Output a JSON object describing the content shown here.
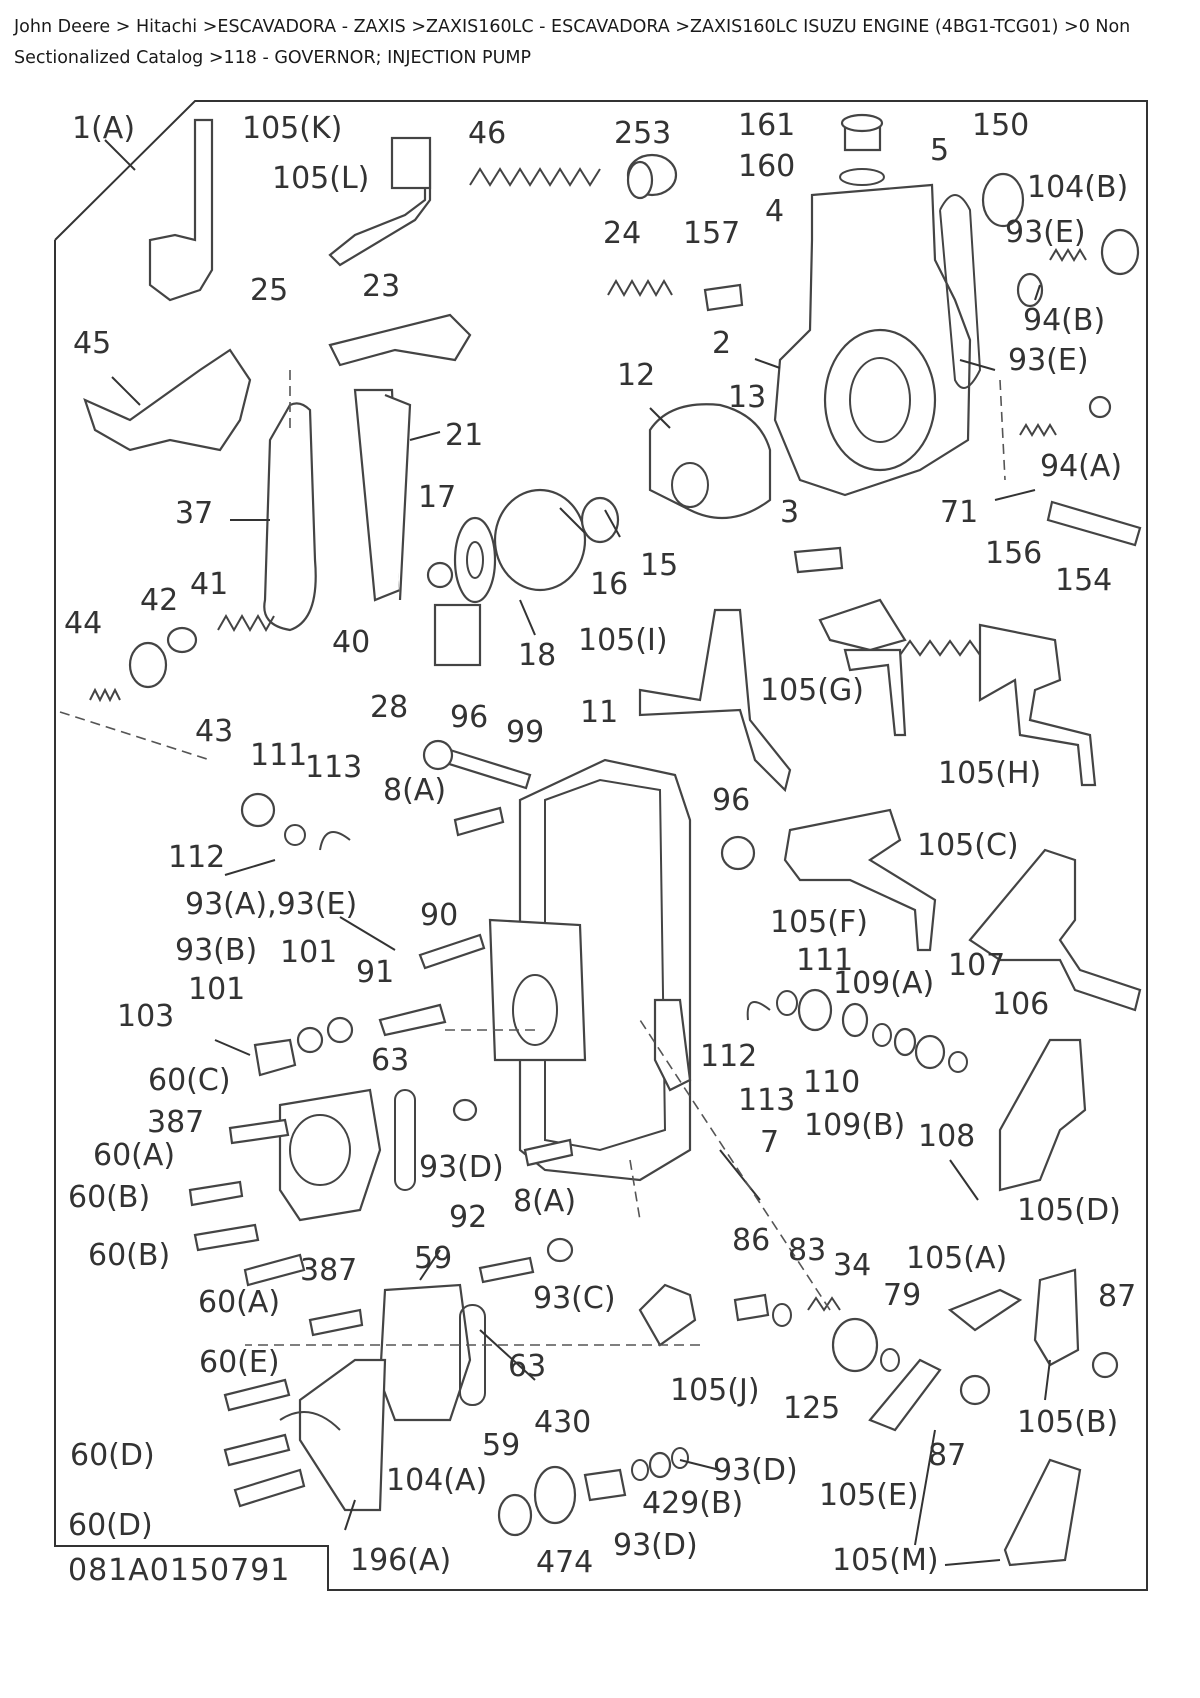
{
  "breadcrumb": {
    "path": "John Deere > Hitachi >ESCAVADORA - ZAXIS >ZAXIS160LC - ESCAVADORA >ZAXIS160LC ISUZU ENGINE (4BG1-TCG01) >0 Non Sectionalized Catalog >118 - GOVERNOR; INJECTION PUMP"
  },
  "diagram": {
    "code": "081A0150791",
    "labels": [
      "1(A)",
      "105(K)",
      "105(L)",
      "46",
      "253",
      "161",
      "160",
      "5",
      "150",
      "104(B)",
      "24",
      "157",
      "4",
      "93(E)",
      "94(B)",
      "25",
      "23",
      "45",
      "2",
      "12",
      "13",
      "93(E)",
      "21",
      "94(A)",
      "37",
      "17",
      "156",
      "154",
      "3",
      "71",
      "16",
      "15",
      "44",
      "42",
      "41",
      "40",
      "18",
      "105(I)",
      "105(G)",
      "43",
      "28",
      "105(H)",
      "111",
      "113",
      "96",
      "99",
      "11",
      "8(A)",
      "96",
      "112",
      "105(C)",
      "93(A),93(E)",
      "90",
      "105(F)",
      "93(B)",
      "101",
      "91",
      "111",
      "109(A)",
      "107",
      "101",
      "106",
      "103",
      "63",
      "112",
      "60(C)",
      "113",
      "110",
      "109(B)",
      "108",
      "387",
      "93(D)",
      "7",
      "60(A)",
      "60(B)",
      "8(A)",
      "105(D)",
      "92",
      "60(B)",
      "59",
      "86",
      "83",
      "34",
      "105(A)",
      "387",
      "93(C)",
      "79",
      "87",
      "60(A)",
      "63",
      "105(J)",
      "125",
      "105(B)",
      "60(E)",
      "430",
      "59",
      "87",
      "60(D)",
      "93(D)",
      "104(A)",
      "429(B)",
      "105(E)",
      "60(D)",
      "196(A)",
      "474",
      "93(D)",
      "105(M)"
    ]
  }
}
